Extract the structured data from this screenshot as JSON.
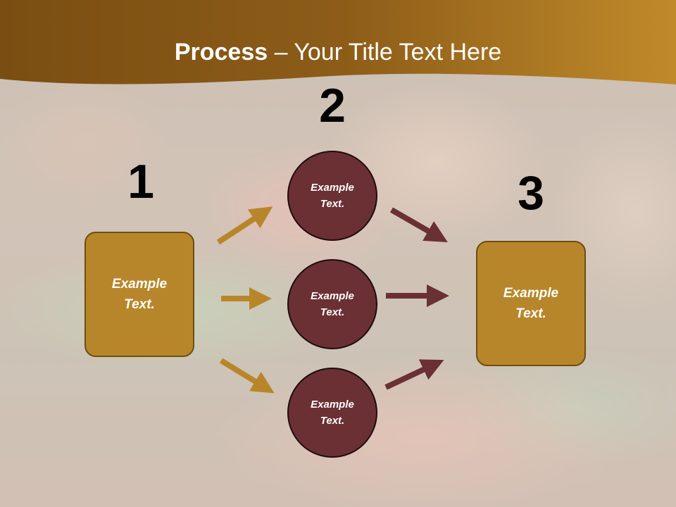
{
  "slide": {
    "title_bold": "Process",
    "title_rest": " – Your Title Text Here",
    "colors": {
      "header_band": "#8a5a14",
      "header_band_light": "#c08a2a",
      "box_fill": "#b8862a",
      "circle_fill": "#6a3034",
      "arrow_gold": "#b8862a",
      "arrow_maroon": "#6a3034"
    },
    "steps": [
      {
        "number": "1"
      },
      {
        "number": "2"
      },
      {
        "number": "3"
      }
    ],
    "left_box": {
      "line1": "Example",
      "line2": "Text."
    },
    "right_box": {
      "line1": "Example",
      "line2": "Text."
    },
    "circles": [
      {
        "line1": "Example",
        "line2": "Text."
      },
      {
        "line1": "Example",
        "line2": "Text."
      },
      {
        "line1": "Example",
        "line2": "Text."
      }
    ]
  }
}
